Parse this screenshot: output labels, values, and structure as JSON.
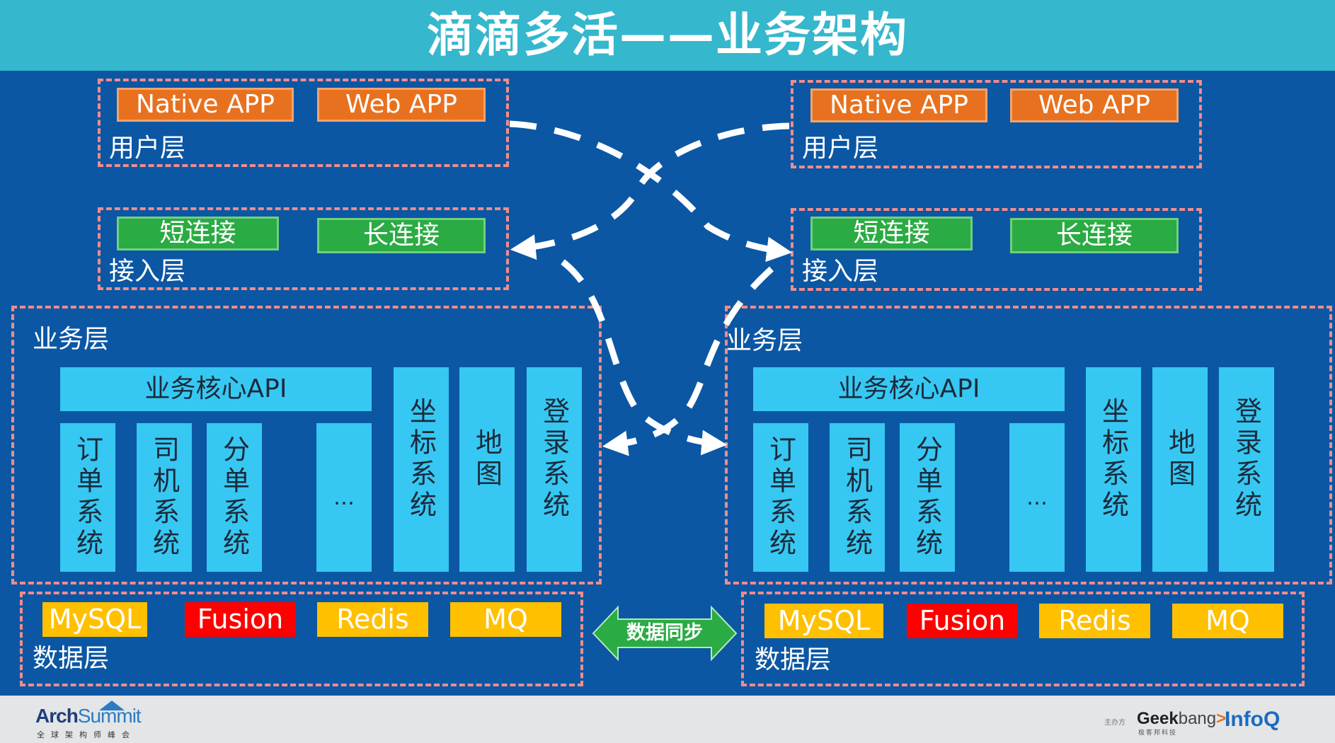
{
  "title": "滴滴多活——业务架构",
  "left": {
    "user_layer": {
      "apps": [
        "Native APP",
        "Web APP"
      ],
      "label": "用户层"
    },
    "access_layer": {
      "connections": [
        "短连接",
        "长连接"
      ],
      "label": "接入层"
    },
    "business_layer": {
      "label": "业务层",
      "core_api": "业务核心API",
      "core_systems": [
        "订单系统",
        "司机系统",
        "分单系统",
        "…"
      ],
      "side_systems": [
        "坐标系统",
        "地图",
        "登录系统"
      ]
    },
    "data_layer": {
      "stores": [
        "MySQL",
        "Fusion",
        "Redis",
        "MQ"
      ],
      "label": "数据层"
    }
  },
  "right": {
    "user_layer": {
      "apps": [
        "Native APP",
        "Web APP"
      ],
      "label": "用户层"
    },
    "access_layer": {
      "connections": [
        "短连接",
        "长连接"
      ],
      "label": "接入层"
    },
    "business_layer": {
      "label": "业务层",
      "core_api": "业务核心API",
      "core_systems": [
        "订单系统",
        "司机系统",
        "分单系统",
        "…"
      ],
      "side_systems": [
        "坐标系统",
        "地图",
        "登录系统"
      ]
    },
    "data_layer": {
      "stores": [
        "MySQL",
        "Fusion",
        "Redis",
        "MQ"
      ],
      "label": "数据层"
    }
  },
  "sync_label": "数据同步",
  "footer": {
    "left_logo": {
      "name": "ArchSummit",
      "name_part1": "Arch",
      "name_part2": "Summit",
      "subtitle": "全球架构师峰会"
    },
    "right_logos": {
      "host_label": "主办方",
      "geekbang": "Geekbang>.",
      "geekbang_part1": "Geek",
      "geekbang_part2": "bang",
      "geekbang_part3": ">.",
      "geekbang_sub": "极客邦科技",
      "infoq": "InfoQ"
    }
  },
  "colors": {
    "title_bar": "#35b7cd",
    "background": "#0b57a4",
    "dashed_border": "#f08c8c",
    "app_chip": "#e8711f",
    "connection_chip": "#2bab43",
    "system_block": "#36c8f2",
    "data_store": "#ffc000",
    "data_store_alt": "#ff0000",
    "sync_arrow": "#2bab43",
    "footer": "#e4e5e7"
  }
}
